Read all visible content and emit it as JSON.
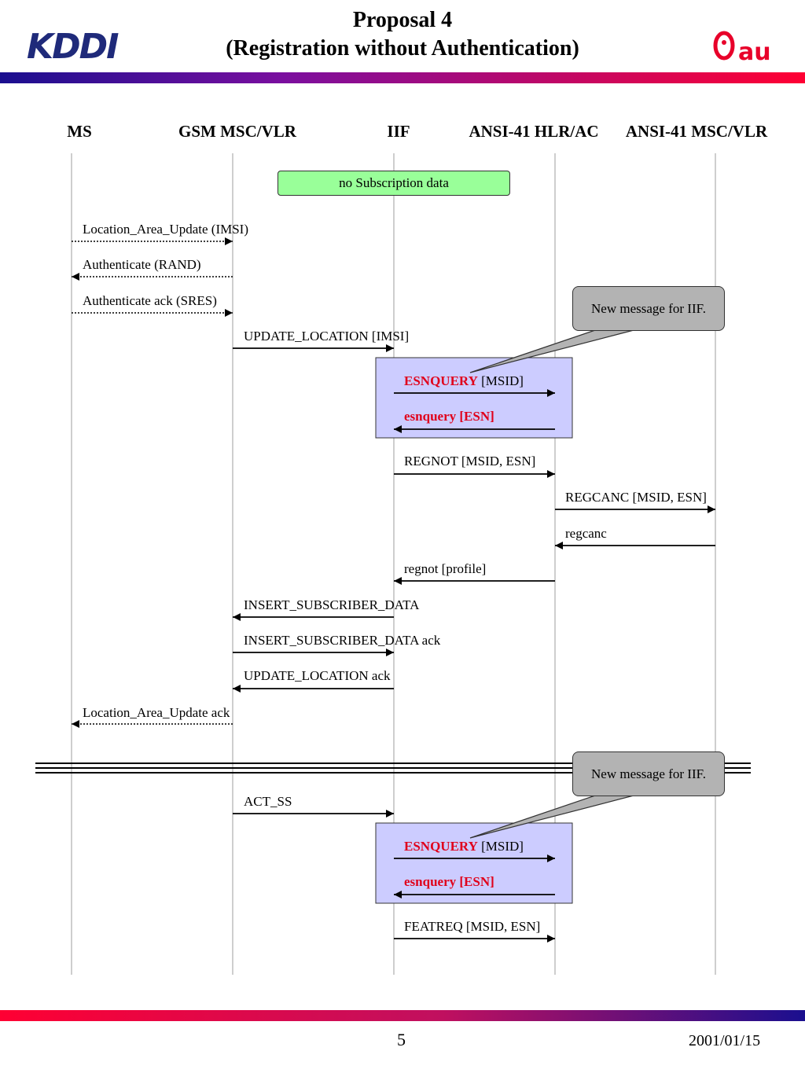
{
  "header": {
    "title_line1": "Proposal 4",
    "title_line2": "(Registration without Authentication)",
    "logo_left": "KDDI",
    "logo_right": "au"
  },
  "colors": {
    "bar_start": "#1a0f8f",
    "bar_end": "#ff0033",
    "note_bg": "#b3b3b3",
    "box_bg": "#ccccff",
    "green_bg": "#99ff99",
    "red_text": "#e0001b"
  },
  "entities": [
    "MS",
    "GSM MSC/VLR",
    "IIF",
    "ANSI-41 HLR/AC",
    "ANSI-41 MSC/VLR"
  ],
  "no_subscription": "no Subscription data",
  "messages": [
    {
      "text": "Location_Area_Update (IMSI)",
      "from": 0,
      "to": 1,
      "style": "dotted"
    },
    {
      "text": "Authenticate (RAND)",
      "from": 1,
      "to": 0,
      "style": "dotted"
    },
    {
      "text": "Authenticate ack (SRES)",
      "from": 0,
      "to": 1,
      "style": "dotted"
    },
    {
      "text": "UPDATE_LOCATION [IMSI]",
      "from": 1,
      "to": 2,
      "style": "solid"
    },
    {
      "text": "ESNQUERY",
      "text2": " [MSID]",
      "from": 2,
      "to": 3,
      "style": "solid",
      "color": "red"
    },
    {
      "text": "esnquery [ESN]",
      "from": 3,
      "to": 2,
      "style": "solid",
      "color": "redbold"
    },
    {
      "text": "REGNOT [MSID, ESN]",
      "from": 2,
      "to": 3,
      "style": "solid"
    },
    {
      "text": "REGCANC [MSID, ESN]",
      "from": 3,
      "to": 4,
      "style": "solid"
    },
    {
      "text": "regcanc",
      "from": 4,
      "to": 3,
      "style": "solid"
    },
    {
      "text": "regnot [profile]",
      "from": 3,
      "to": 2,
      "style": "solid"
    },
    {
      "text": "INSERT_SUBSCRIBER_DATA",
      "from": 2,
      "to": 1,
      "style": "solid"
    },
    {
      "text": "INSERT_SUBSCRIBER_DATA ack",
      "from": 1,
      "to": 2,
      "style": "solid"
    },
    {
      "text": "UPDATE_LOCATION ack",
      "from": 2,
      "to": 1,
      "style": "solid"
    },
    {
      "text": "Location_Area_Update ack",
      "from": 1,
      "to": 0,
      "style": "dotted"
    },
    {
      "text": "ACT_SS",
      "from": 1,
      "to": 2,
      "style": "solid"
    },
    {
      "text": "ESNQUERY",
      "text2": " [MSID]",
      "from": 2,
      "to": 3,
      "style": "solid",
      "color": "red"
    },
    {
      "text": "esnquery [ESN]",
      "from": 3,
      "to": 2,
      "style": "solid",
      "color": "redbold"
    },
    {
      "text": "FEATREQ [MSID, ESN]",
      "from": 2,
      "to": 3,
      "style": "solid"
    }
  ],
  "notes": [
    "New message for IIF.",
    "New message for IIF."
  ],
  "footer": {
    "page": "5",
    "date": "2001/01/15"
  }
}
